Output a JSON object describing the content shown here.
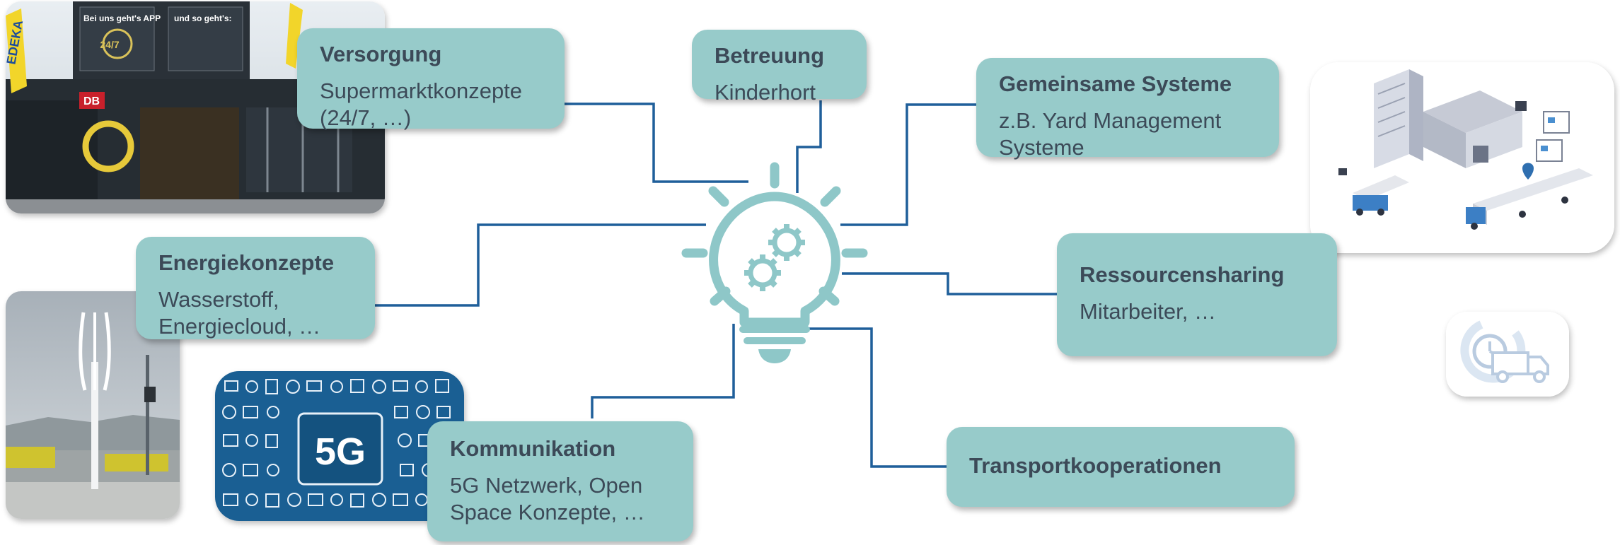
{
  "colors": {
    "box_fill": "#97cbca",
    "connector": "#1f5f9a",
    "icon": "#8ec7c8",
    "text": "#3c4a58"
  },
  "center_icon": "lightbulb-with-gears-icon",
  "nodes": {
    "versorgung": {
      "title": "Versorgung",
      "text": "Supermarktkonzepte\n(24/7, …)"
    },
    "betreuung": {
      "title": "Betreuung",
      "text": "Kinderhort"
    },
    "gemeinsame_systeme": {
      "title": "Gemeinsame Systeme",
      "text": "z.B. Yard Management\nSysteme"
    },
    "energiekonzepte": {
      "title": "Energiekonzepte",
      "text": "Wasserstoff,\nEnergiecloud, …"
    },
    "ressourcensharing": {
      "title": "Ressourcensharing",
      "text": "Mitarbeiter, …"
    },
    "kommunikation": {
      "title": "Kommunikation",
      "text": "5G Netzwerk, Open\nSpace Konzepte, …"
    },
    "transportkooperationen": {
      "title": "Transportkooperationen"
    }
  },
  "images": {
    "store": {
      "brand": "EDEKA",
      "rail": "DB",
      "sign_left": "Bei uns geht's APP",
      "sign_right": "und so geht's:",
      "hours": "24/7"
    },
    "network": {
      "label": "5G"
    },
    "warehouse": {
      "icon": "warehouse-logistics-illustration"
    },
    "delivery": {
      "icon": "clock-truck-icon"
    },
    "wind": {
      "icon": "wind-turbine-photo"
    }
  }
}
